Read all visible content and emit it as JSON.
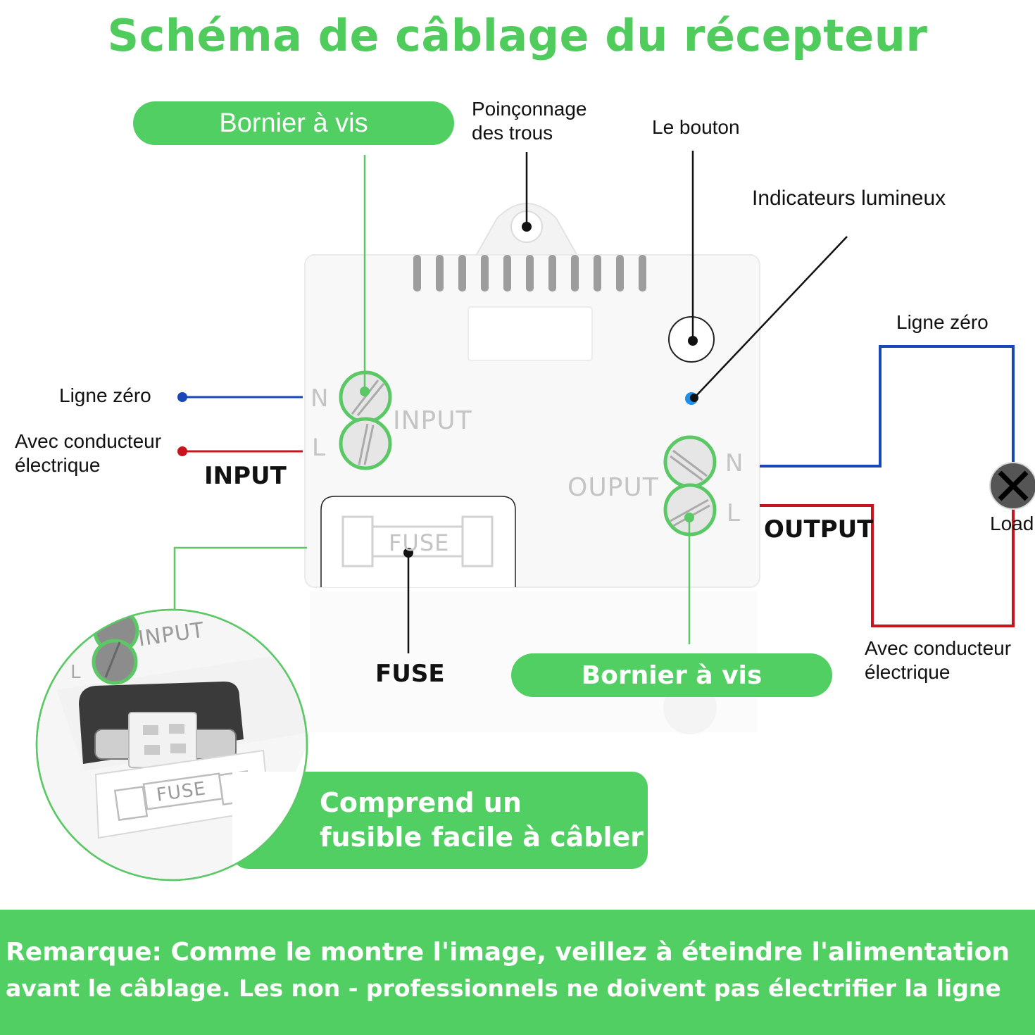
{
  "title": "Schéma de câblage du récepteur",
  "labels": {
    "terminal_top": "Bornier à vis",
    "mounting_holes": "Poinçonnage\ndes trous",
    "button": "Le bouton",
    "indicator": "Indicateurs lumineux",
    "neutral_left": "Ligne zéro",
    "live_left": "Avec conducteur\nélectrique",
    "input": "INPUT",
    "neutral_right": "Ligne zéro",
    "output": "OUTPUT",
    "load": "Load",
    "live_right": "Avec conducteur\nélectrique",
    "fuse": "FUSE",
    "terminal_bottom": "Bornier à vis",
    "fuse_callout": "Comprend un\nfusible facile à câbler"
  },
  "device_markings": {
    "input": "INPUT",
    "output": "OUPUT",
    "n": "N",
    "l": "L",
    "fuse": "FUSE"
  },
  "zoom_markings": {
    "input": "INPUT",
    "l": "L",
    "fuse": "FUSE"
  },
  "note": {
    "line1": "Remarque: Comme le montre l'image, veillez à éteindre l'alimentation",
    "line2": "avant le câblage. Les non - professionnels ne doivent pas électrifier la ligne"
  },
  "colors": {
    "accent_green": "#52cf63",
    "neutral_wire": "#1747b8",
    "live_wire": "#c8141e",
    "indicator_led": "#1e8fe8"
  }
}
